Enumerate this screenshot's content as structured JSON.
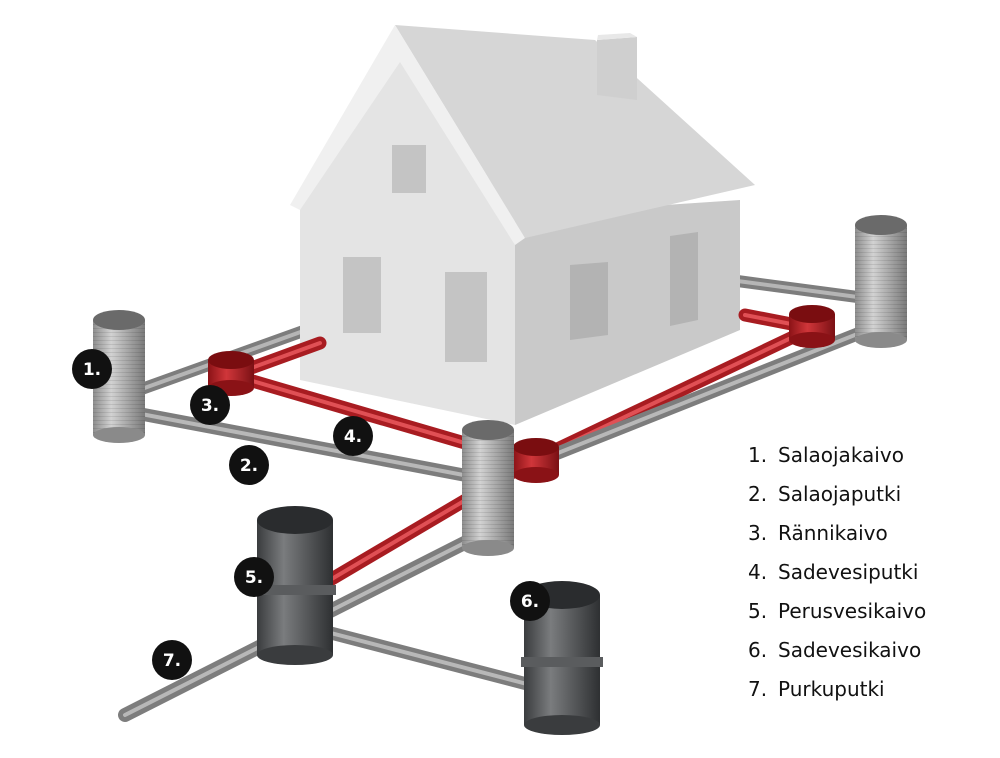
{
  "diagram": {
    "markers": [
      "1.",
      "2.",
      "3.",
      "4.",
      "5.",
      "6.",
      "7."
    ],
    "colors": {
      "drain_pipe": "#8a8a8a",
      "rain_pipe": "#c8262c",
      "house": "#dcdcdc",
      "dark_well": "#4a4c4e",
      "marker": "#111111"
    }
  },
  "legend": {
    "items": [
      {
        "num": "1.",
        "label": "Salaojakaivo"
      },
      {
        "num": "2.",
        "label": "Salaojaputki"
      },
      {
        "num": "3.",
        "label": "Rännikaivo"
      },
      {
        "num": "4.",
        "label": "Sadevesiputki"
      },
      {
        "num": "5.",
        "label": "Perusvesikaivo"
      },
      {
        "num": "6.",
        "label": "Sadevesikaivo"
      },
      {
        "num": "7.",
        "label": "Purkuputki"
      }
    ]
  }
}
